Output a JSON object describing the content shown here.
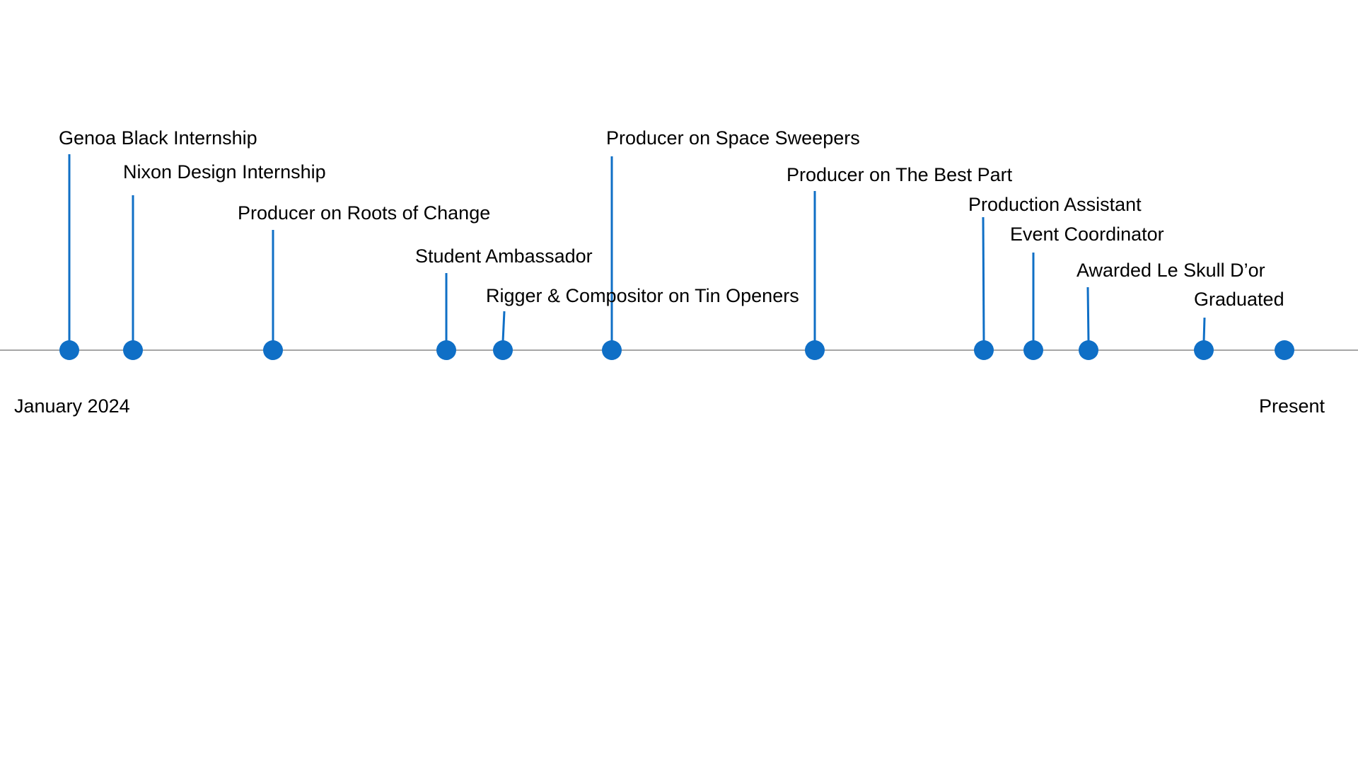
{
  "colors": {
    "axis": "#a6a6a6",
    "marker": "#0f6fc6",
    "stem": "#0f6fc6",
    "text": "#000000",
    "background": "#ffffff"
  },
  "timeline": {
    "start_label": "January 2024",
    "end_label": "Present",
    "events": [
      {
        "label": "Genoa Black Internship"
      },
      {
        "label": "Nixon Design Internship"
      },
      {
        "label": "Producer on Roots of Change"
      },
      {
        "label": "Student Ambassador"
      },
      {
        "label": "Rigger & Compositor on Tin Openers"
      },
      {
        "label": "Producer on Space Sweepers"
      },
      {
        "label": "Producer on The Best Part"
      },
      {
        "label": "Production Assistant"
      },
      {
        "label": "Event Coordinator"
      },
      {
        "label": "Awarded Le Skull D’or"
      },
      {
        "label": "Graduated"
      }
    ]
  }
}
